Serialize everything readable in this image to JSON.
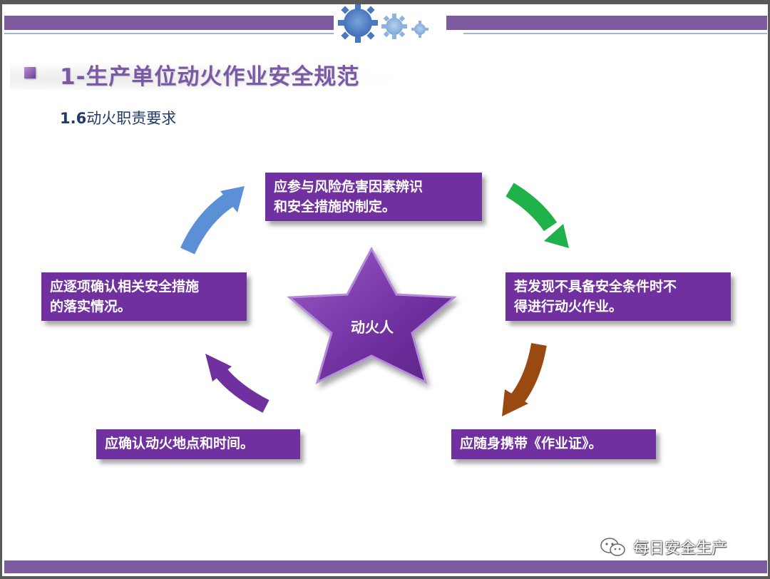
{
  "slide": {
    "title": "1-生产单位动火作业安全规范",
    "subtitle_number": "1.6",
    "subtitle_text": "动火职责要求"
  },
  "center": {
    "label": "动火人"
  },
  "duties": {
    "top": {
      "line1": "应参与风险危害因素辨识",
      "line2": "和安全措施的制定。"
    },
    "right": {
      "line1": "若发现不具备安全条件时不",
      "line2": "得进行动火作业。"
    },
    "bottom_right": {
      "line1": "应随身携带《作业证》。"
    },
    "bottom_left": {
      "line1": "应确认动火地点和时间。"
    },
    "left": {
      "line1": "应逐项确认相关安全措施",
      "line2": "的落实情况。"
    }
  },
  "watermark": {
    "text": "每日安全生产",
    "icon": "wechat-icon"
  },
  "colors": {
    "band": "#7b5a9e",
    "box": "#7030a0",
    "title": "#7a5aa6",
    "arrow_blue": "#5b8fd6",
    "arrow_green": "#1fb24a",
    "arrow_brown": "#9a4a10",
    "arrow_purple": "#7030a0"
  }
}
